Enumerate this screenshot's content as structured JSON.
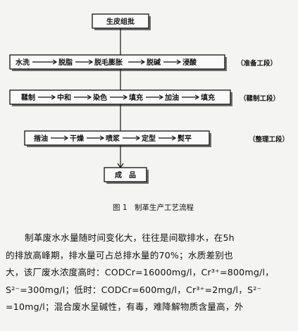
{
  "flow": {
    "start": "生皮组批",
    "row1": [
      "水洗",
      "脱脂",
      "脱毛膨胀",
      "脱碱",
      "浸酸"
    ],
    "row2": [
      "鞣制",
      "中和",
      "染色",
      "填充",
      "加油",
      "填充"
    ],
    "row3": [
      "揩油",
      "干燥",
      "喷浆",
      "定型",
      "熨平"
    ],
    "end": "成　品",
    "stage1": "（准备工段）",
    "stage2": "（鞣制工段）",
    "stage3": "（整理工段）"
  },
  "figure": {
    "caption": "图 1　制革生产工艺流程"
  },
  "paragraph": {
    "lines": [
      "制革废水水量随时间变化大，往往是间歇排水，在5h",
      "的排放高峰期，排水量可占总排水量的70%；水质差别也",
      "大，该厂废水浓度高时：CODCr=16000mg/l，Cr³⁺=800mg/l，",
      "S²⁻=300mg/l；低时：CODCr=600mg/l，Cr³⁺=2mg/l，S²⁻",
      "=10mg/l；混合废水呈碱性，有毒，难降解物质含量高，外"
    ]
  }
}
